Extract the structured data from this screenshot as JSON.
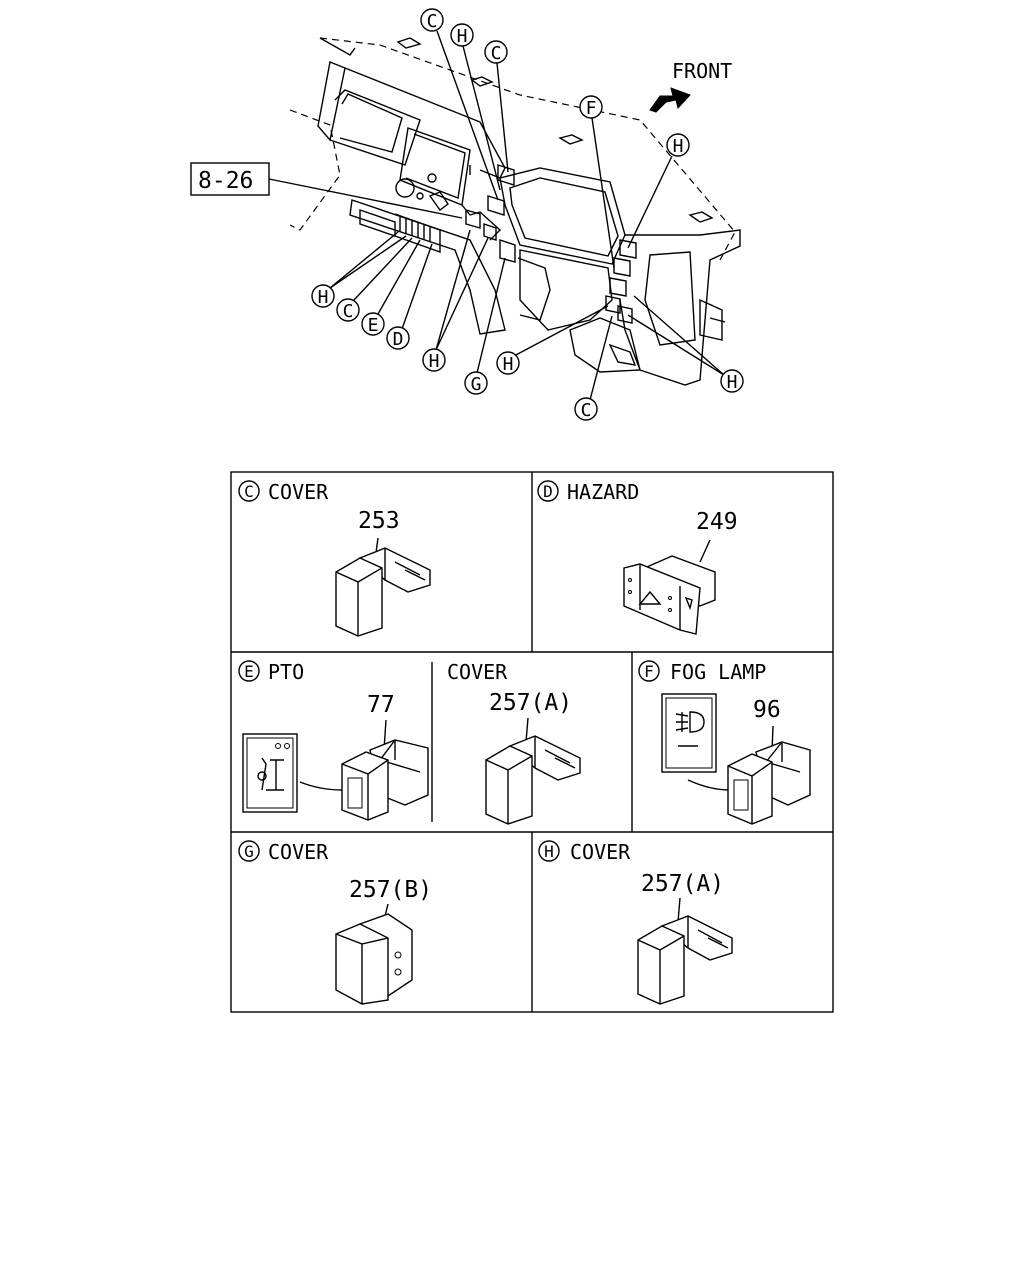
{
  "diagram": {
    "front_label": "FRONT",
    "ref_label": "8-26",
    "callouts": {
      "c1": "C",
      "h1": "H",
      "c2": "C",
      "f1": "F",
      "h2": "H",
      "h3": "H",
      "c3": "C",
      "e1": "E",
      "d1": "D",
      "h4": "H",
      "g1": "G",
      "h5": "H",
      "c4": "C",
      "h6": "H"
    }
  },
  "panels": {
    "c": {
      "letter": "C",
      "title": "COVER",
      "part": "253"
    },
    "d": {
      "letter": "D",
      "title": "HAZARD",
      "part": "249"
    },
    "e": {
      "letter": "E",
      "title": "PTO",
      "part": "77"
    },
    "e_cover": {
      "title": "COVER",
      "part": "257(A)"
    },
    "f": {
      "letter": "F",
      "title": "FOG LAMP",
      "part": "96"
    },
    "g": {
      "letter": "G",
      "title": "COVER",
      "part": "257(B)"
    },
    "h": {
      "letter": "H",
      "title": "COVER",
      "part": "257(A)"
    }
  }
}
